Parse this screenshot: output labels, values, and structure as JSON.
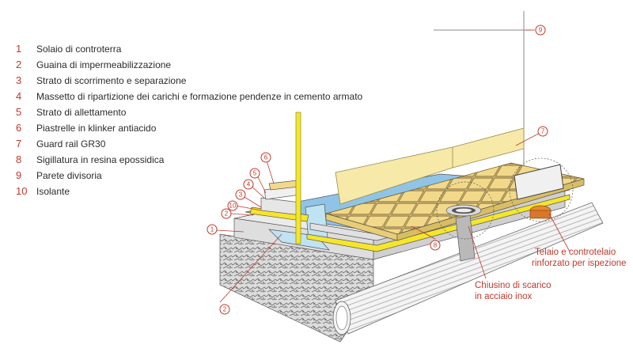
{
  "legend": [
    {
      "num": "1",
      "label": "Solaio di controterra"
    },
    {
      "num": "2",
      "label": "Guaina di impermeabilizzazione"
    },
    {
      "num": "3",
      "label": "Strato di scorrimento e separazione"
    },
    {
      "num": "4",
      "label": "Massetto di ripartizione dei carichi e formazione pendenze in cemento armato"
    },
    {
      "num": "5",
      "label": "Strato di allettamento"
    },
    {
      "num": "6",
      "label": "Piastrelle in klinker antiacido"
    },
    {
      "num": "7",
      "label": "Guard rail GR30"
    },
    {
      "num": "8",
      "label": "Sigillatura in resina epossidica"
    },
    {
      "num": "9",
      "label": "Parete divisoria"
    },
    {
      "num": "10",
      "label": "Isolante"
    }
  ],
  "markers": {
    "m1": "1",
    "m2a": "2",
    "m2b": "2",
    "m3": "3",
    "m10": "10",
    "m4": "4",
    "m5": "5",
    "m6": "6",
    "m7": "7",
    "m8": "8",
    "m9": "9"
  },
  "callouts": {
    "drain_line1": "Chiusino di scarico",
    "drain_line2": "in acciaio inox",
    "frame_line1": "Telaio e controtelaio",
    "frame_line2": "rinforzato per ispezione"
  },
  "colors": {
    "accent": "#c0392b",
    "tile": "#f2d98a",
    "yellow": "#f5e629",
    "concrete": "#e3e3e3",
    "insulation": "#bfe3f2"
  }
}
